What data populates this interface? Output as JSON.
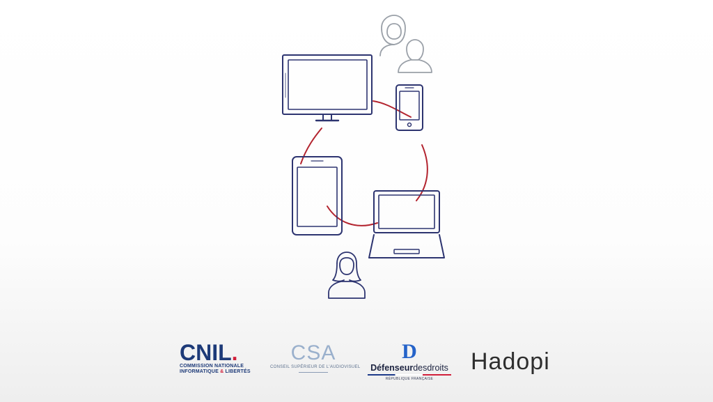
{
  "colors": {
    "device_stroke": "#2d3470",
    "connector": "#b3242f",
    "person_stroke": "#2d3470",
    "person_gray": "#9aa0a8"
  },
  "icons": [
    "monitor-icon",
    "smartphone-icon",
    "tablet-icon",
    "laptop-icon",
    "couple-avatar-icon",
    "woman-avatar-icon"
  ],
  "logos": {
    "cnil": {
      "name": "CNIL",
      "dot": ".",
      "line1": "COMMISSION NATIONALE",
      "line2_pre": "INFORMATIQUE ",
      "line2_amp": "&",
      "line2_post": " LIBERTÉS"
    },
    "csa": {
      "name": "CSA",
      "tagline": "CONSEIL SUPÉRIEUR DE L'AUDIOVISUEL"
    },
    "defenseur": {
      "mark": "D",
      "name_bold": "Défenseur",
      "name_rest": "desdroits",
      "republic": "RÉPUBLIQUE FRANÇAISE"
    },
    "hadopi": {
      "name": "Hadopi"
    }
  }
}
